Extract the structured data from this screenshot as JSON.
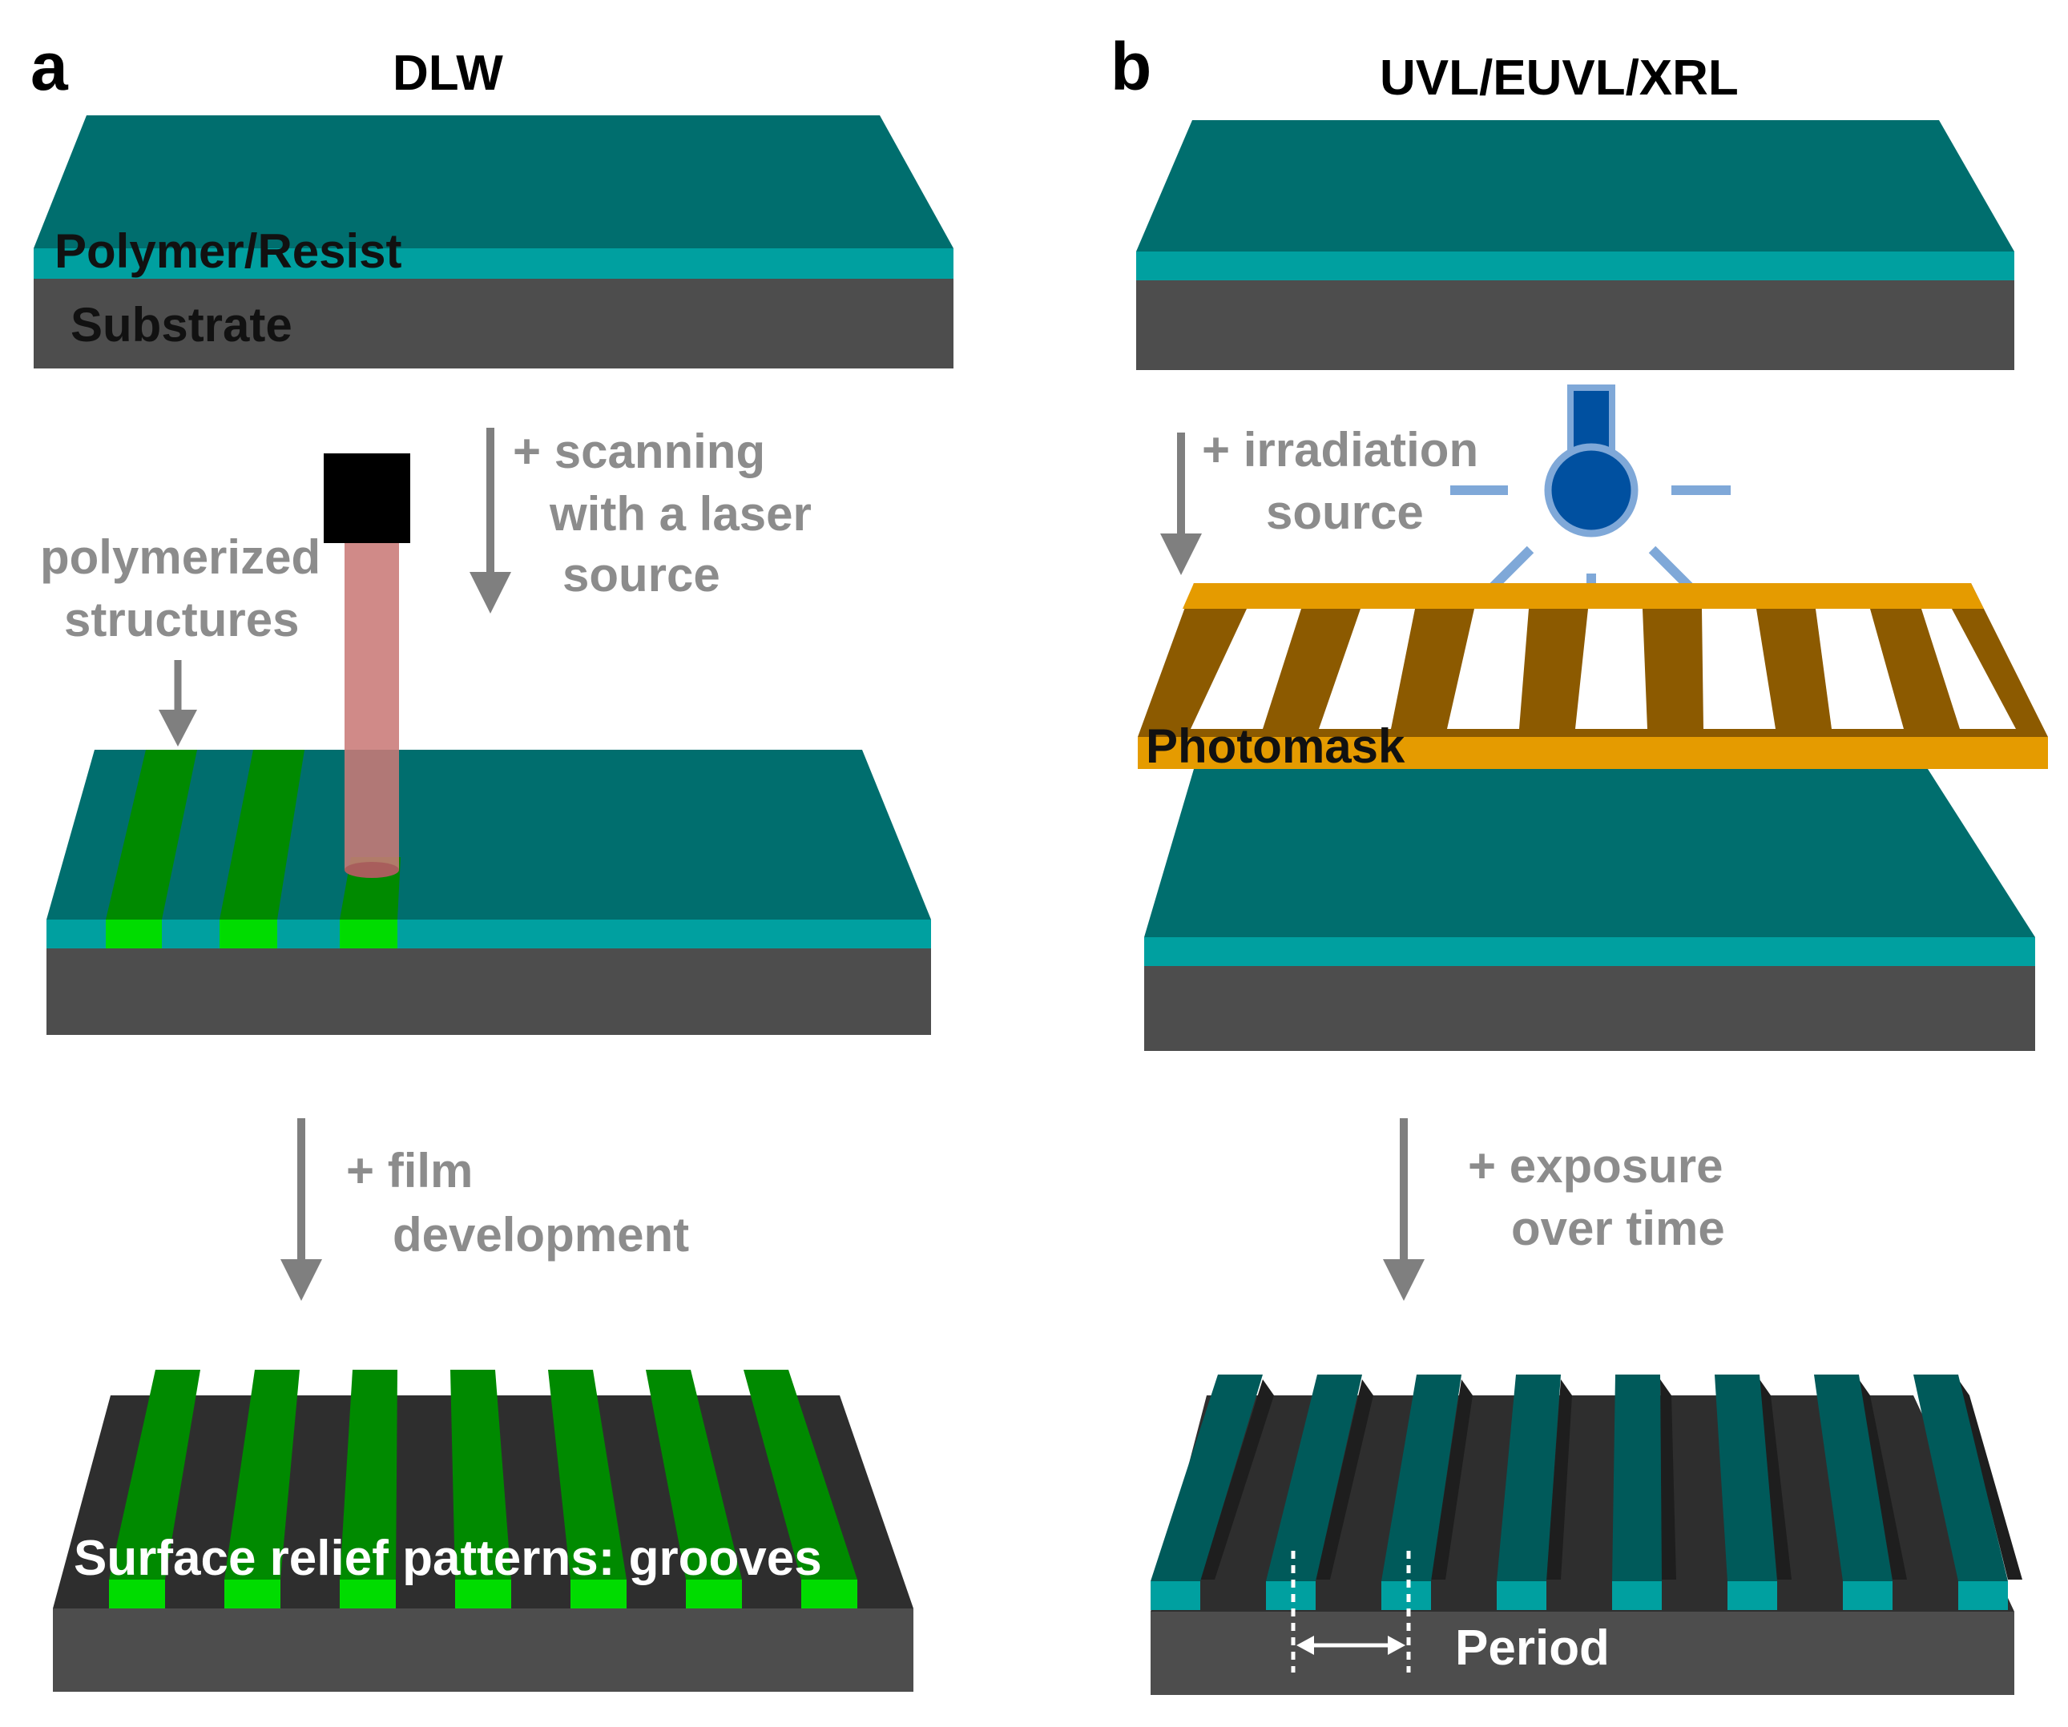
{
  "panel_a": {
    "letter": "a",
    "title": "DLW",
    "layer_top_label": "Polymer/Resist",
    "layer_bottom_label": "Substrate",
    "callout": [
      "polymerized",
      "structures"
    ],
    "step1": [
      "+ scanning",
      "with a laser",
      "source"
    ],
    "step2": [
      "+ film",
      "development"
    ],
    "result_label": "Surface relief patterns: grooves"
  },
  "panel_b": {
    "letter": "b",
    "title": "UVL/EUVL/XRL",
    "step1": [
      "+ irradiation",
      "source"
    ],
    "mask_label": "Photomask",
    "step2": [
      "+ exposure",
      "over time"
    ],
    "period_label": "Period"
  },
  "colors": {
    "resist_top": "#006e6e",
    "resist_edge": "#00a0a0",
    "substrate": "#4d4d4d",
    "substrate_top": "#2e2e2e",
    "polymerized": "#008a00",
    "polymerized_edge": "#00dc00",
    "mask": "#e59b00",
    "mask_top": "#8c5a00",
    "laser": "#c97a78",
    "lamp": "#0050a0",
    "lamp_rays": "#7fa8d8",
    "arrow_gray": "#7f7f7f"
  }
}
